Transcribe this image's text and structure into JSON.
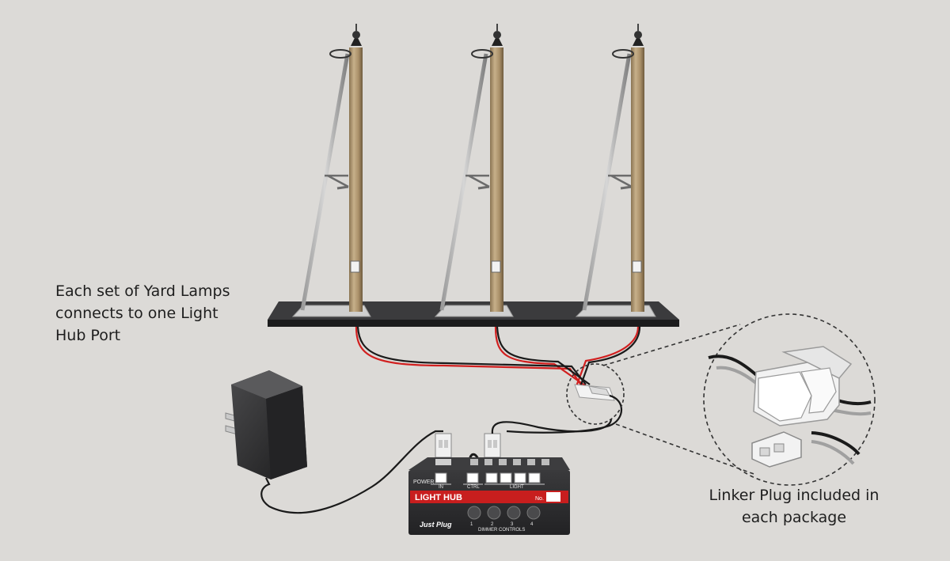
{
  "captions": {
    "yard_lamps": "Each set of Yard Lamps connects to one Light Hub Port",
    "linker_plug": "Linker Plug included in each package"
  },
  "light_hub": {
    "title": "LIGHT HUB",
    "brand": "Just Plug",
    "power_label": "POWER",
    "in_label": "IN",
    "ctrl_label": "CTRL",
    "light_label": "LIGHT",
    "no_label": "No.",
    "dimmer_label": "DIMMER CONTROLS",
    "dimmer_numbers": [
      "1",
      "2",
      "3",
      "4"
    ]
  },
  "colors": {
    "background": "#dcdad7",
    "pole_wood": "#b39b73",
    "base_plate": "#2a2a2c",
    "wire_red": "#d11f1f",
    "wire_black": "#1a1a1a",
    "hub_red_bar": "#c81e1e",
    "hub_body": "#2b2b2d"
  },
  "icons": [
    "yard-lamp-pole-icon",
    "power-adapter-icon",
    "light-hub-icon",
    "linker-plug-icon",
    "connector-plug-icon"
  ]
}
